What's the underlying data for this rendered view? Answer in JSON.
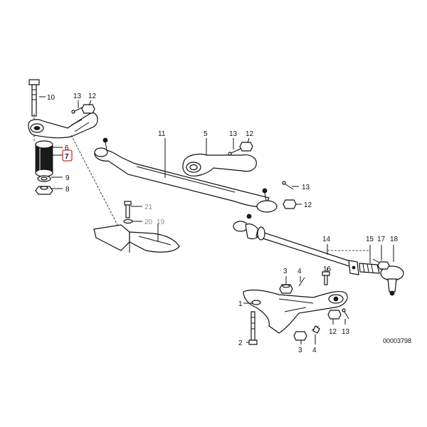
{
  "diagram_id": "00003798",
  "highlight_color": "#d9262b",
  "callouts": [
    {
      "key": "p10",
      "text": "10"
    },
    {
      "key": "p13a",
      "text": "13"
    },
    {
      "key": "p12a",
      "text": "12"
    },
    {
      "key": "p6",
      "text": "6"
    },
    {
      "key": "p7",
      "text": "7",
      "highlighted": true
    },
    {
      "key": "p9",
      "text": "9"
    },
    {
      "key": "p8",
      "text": "8"
    },
    {
      "key": "p11",
      "text": "11"
    },
    {
      "key": "p5",
      "text": "5"
    },
    {
      "key": "p13b",
      "text": "13"
    },
    {
      "key": "p12b",
      "text": "12"
    },
    {
      "key": "p13c",
      "text": "13"
    },
    {
      "key": "p12c",
      "text": "12"
    },
    {
      "key": "p21",
      "text": "21",
      "grey": true
    },
    {
      "key": "p20",
      "text": "20",
      "grey": true
    },
    {
      "key": "p19",
      "text": "19",
      "grey": true
    },
    {
      "key": "p14",
      "text": "14"
    },
    {
      "key": "p15",
      "text": "15"
    },
    {
      "key": "p17",
      "text": "17"
    },
    {
      "key": "p18",
      "text": "18"
    },
    {
      "key": "p3a",
      "text": "3"
    },
    {
      "key": "p4a",
      "text": "4"
    },
    {
      "key": "p16",
      "text": "16"
    },
    {
      "key": "p1",
      "text": "1"
    },
    {
      "key": "p12d",
      "text": "12"
    },
    {
      "key": "p13d",
      "text": "13"
    },
    {
      "key": "p2",
      "text": "2"
    },
    {
      "key": "p3b",
      "text": "3"
    },
    {
      "key": "p4b",
      "text": "4"
    }
  ]
}
